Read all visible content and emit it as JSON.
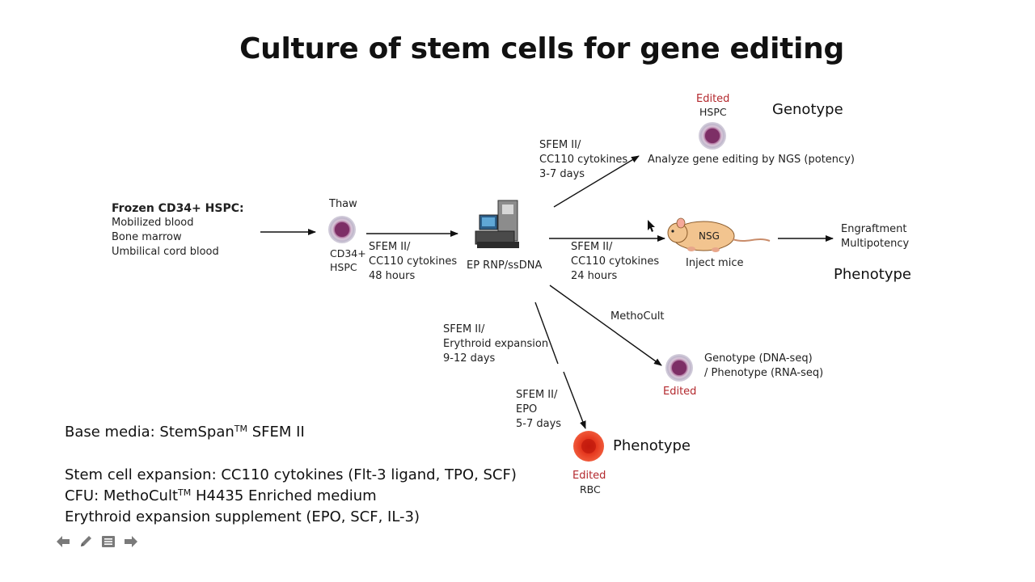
{
  "title": "Culture of stem cells for gene editing",
  "source": {
    "heading": "Frozen CD34+ HSPC:",
    "items": [
      "Mobilized blood",
      "Bone marrow",
      "Umbilical cord blood"
    ]
  },
  "thaw": {
    "label": "Thaw",
    "cell_label_1": "CD34+",
    "cell_label_2": "HSPC"
  },
  "step1": {
    "line1": "SFEM II/",
    "line2": "CC110 cytokines",
    "line3": "48 hours"
  },
  "ep": {
    "label": "EP RNP/ssDNA"
  },
  "branch_up": {
    "line1": "SFEM II/",
    "line2": "CC110 cytokines",
    "line3": "3-7 days"
  },
  "genotype_top": {
    "edited": "Edited",
    "hspc": "HSPC",
    "heading": "Genotype",
    "analyze": "Analyze gene editing by NGS (potency)"
  },
  "branch_mid": {
    "line1": "SFEM II/",
    "line2": "CC110 cytokines",
    "line3": "24 hours"
  },
  "mouse": {
    "tag": "NSG",
    "label": "Inject mice"
  },
  "engraft": {
    "line1": "Engraftment",
    "line2": "Multipotency",
    "heading": "Phenotype"
  },
  "methocult": {
    "label": "MethoCult",
    "result1": "Genotype (DNA-seq)",
    "result2": "/ Phenotype (RNA-seq)",
    "edited": "Edited"
  },
  "erythroid": {
    "line1": "SFEM II/",
    "line2": "Erythroid expansion",
    "line3": "9-12 days"
  },
  "epo": {
    "line1": "SFEM II/",
    "line2": "EPO",
    "line3": "5-7 days"
  },
  "rbc": {
    "heading": "Phenotype",
    "edited": "Edited",
    "label": "RBC"
  },
  "media": {
    "base_prefix": "Base media: StemSpan",
    "base_tm": "TM",
    "base_suffix": " SFEM II",
    "expansion": "Stem cell expansion: CC110 cytokines (Flt-3 ligand, TPO, SCF)",
    "cfu_prefix": "CFU: MethoCult",
    "cfu_tm": "TM",
    "cfu_suffix": " H4435 Enriched medium",
    "erythroid": "Erythroid expansion supplement (EPO, SCF, IL-3)"
  },
  "colors": {
    "accent_red": "#b3282d",
    "rbc_red": "#e8371f",
    "cell_purple": "#8a3d73"
  },
  "nav_icons": [
    "arrow-left-icon",
    "pencil-icon",
    "menu-icon",
    "arrow-right-icon"
  ]
}
